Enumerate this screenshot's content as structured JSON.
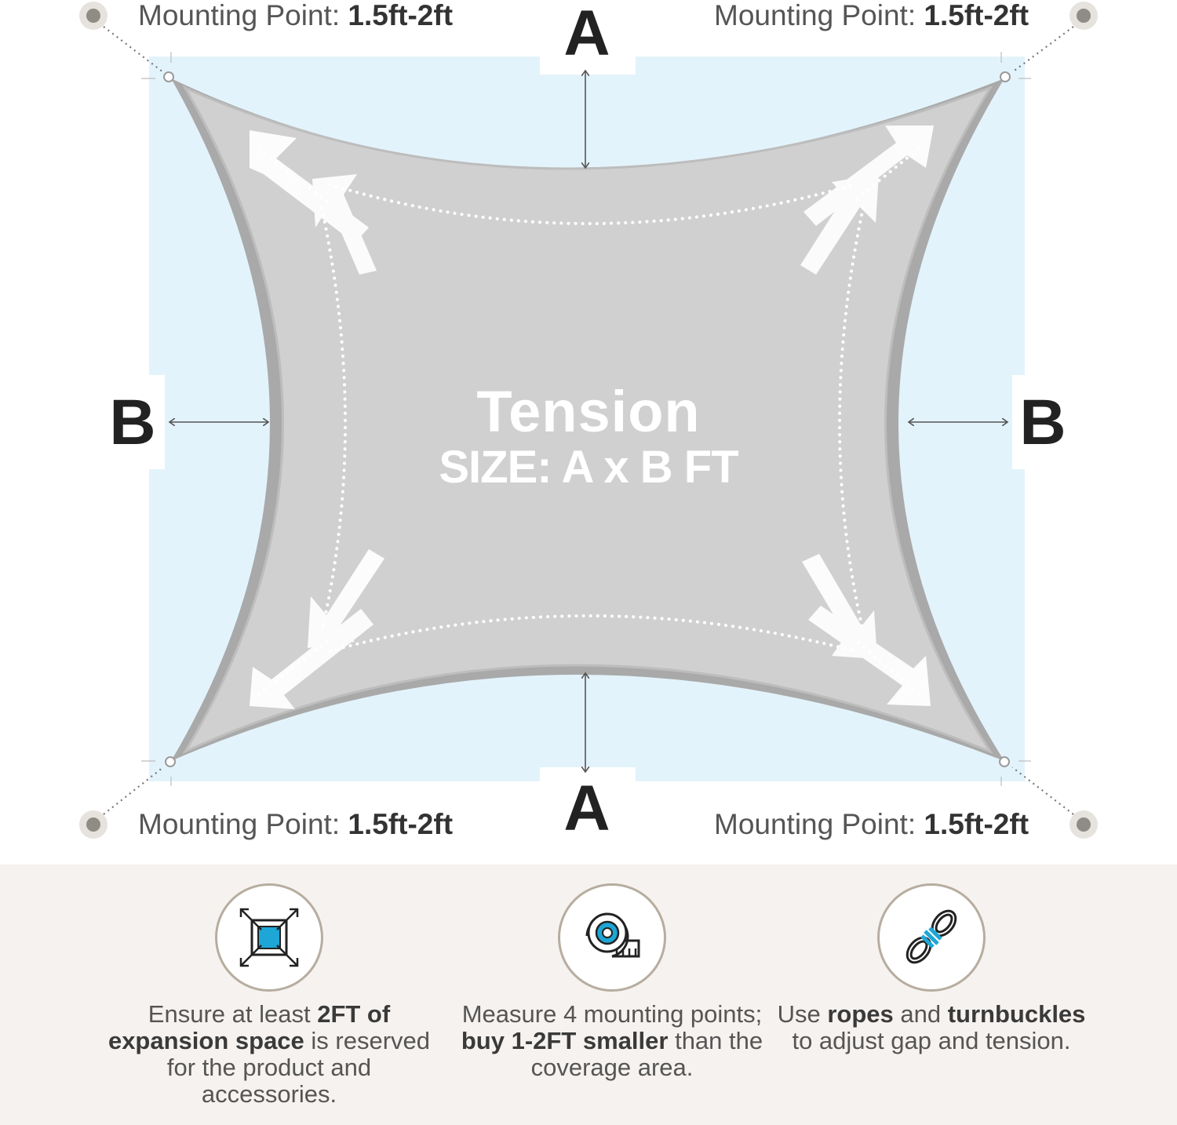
{
  "mounting_point": {
    "label": "Mounting Point:",
    "value": "1.5ft-2ft"
  },
  "dimensions": {
    "top": "A",
    "bottom": "A",
    "left": "B",
    "right": "B"
  },
  "center": {
    "title": "Tension",
    "size": "SIZE: A x B FT"
  },
  "tips": [
    {
      "icon": "expansion-square-icon",
      "parts": [
        {
          "t": "Ensure at least ",
          "b": false
        },
        {
          "t": "2FT of expansion space",
          "b": true
        },
        {
          "t": " is reserved for the product and accessories.",
          "b": false
        }
      ]
    },
    {
      "icon": "measuring-tape-icon",
      "parts": [
        {
          "t": "Measure 4 mounting points; ",
          "b": false
        },
        {
          "t": "buy 1-2FT smaller",
          "b": true
        },
        {
          "t": " than the coverage area.",
          "b": false
        }
      ]
    },
    {
      "icon": "rope-coil-icon",
      "parts": [
        {
          "t": "Use ",
          "b": false
        },
        {
          "t": "ropes",
          "b": true
        },
        {
          "t": " and ",
          "b": false
        },
        {
          "t": "turnbuckles",
          "b": true
        },
        {
          "t": " to adjust gap and tension.",
          "b": false
        }
      ]
    }
  ],
  "colors": {
    "coverage_area": "#e3f3fb",
    "sail": "#cfcfcf",
    "sail_edge": "#aaaaaa",
    "icon_accent": "#1ea6d6",
    "footer_bg": "#f6f2ef"
  }
}
